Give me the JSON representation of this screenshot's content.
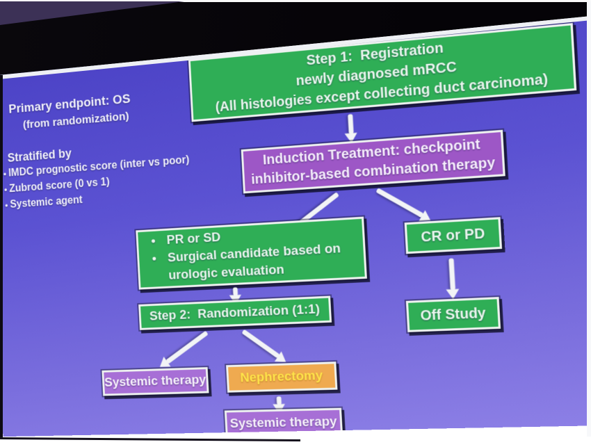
{
  "slide": {
    "left_panel": {
      "primary_endpoint": "Primary endpoint:  OS",
      "primary_endpoint_note": "(from randomization)",
      "stratified_title": "Stratified by",
      "stratified_items": [
        "IMDC prognostic score (inter vs poor)",
        "Zubrod score (0 vs 1)",
        "Systemic agent"
      ]
    },
    "flowchart": {
      "step1": {
        "lines": [
          "Step 1:  Registration",
          "newly diagnosed mRCC",
          "(All histologies except collecting duct carcinoma)"
        ]
      },
      "induction": {
        "lines": [
          "Induction Treatment: checkpoint",
          "inhibitor-based combination therapy"
        ]
      },
      "pr_sd": {
        "bullets": [
          "PR or SD",
          "Surgical candidate based on urologic evaluation"
        ]
      },
      "cr_pd": {
        "label": "CR or PD"
      },
      "off_study": {
        "label": "Off Study"
      },
      "step2": {
        "label": "Step 2:  Randomization (1:1)"
      },
      "systemic_left": {
        "label": "Systemic therapy"
      },
      "nephrectomy": {
        "label": "Nephrectomy"
      },
      "systemic_bottom": {
        "label": "Systemic therapy"
      }
    },
    "colors": {
      "slide_background_top": "#4c43c6",
      "slide_background_bottom": "#8d80e6",
      "green_box": "#2fae56",
      "induction_purple": "#9d57c6",
      "systemic_purple": "#a76fd6",
      "nephrectomy_orange": "#efaa50",
      "nephrectomy_text": "#ffe44a",
      "box_border": "#eef2f0",
      "arrow_white": "#f2f4f6",
      "backdrop_black": "#08060a"
    }
  }
}
